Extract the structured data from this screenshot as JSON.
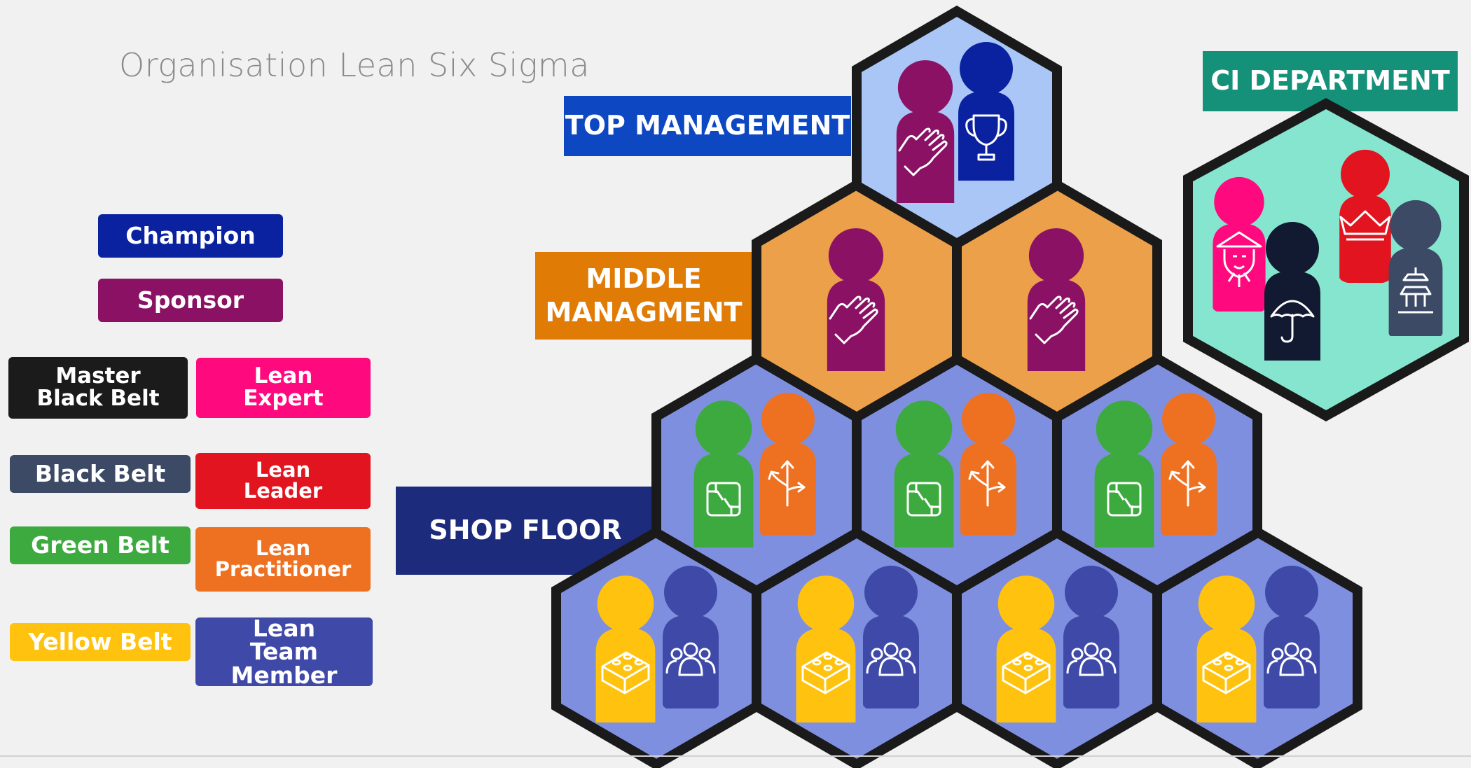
{
  "page": {
    "title": "Organisation Lean Six Sigma"
  },
  "legend": {
    "champion": {
      "label": "Champion",
      "color": "#0a22a0"
    },
    "sponsor": {
      "label": "Sponsor",
      "color": "#8a1164"
    },
    "master_black_belt": {
      "label": "Master Black Belt",
      "color": "#1b1b1b"
    },
    "lean_expert": {
      "label": "Lean Expert",
      "color": "#ff0a7e"
    },
    "black_belt": {
      "label": "Black Belt",
      "color": "#3d4a66"
    },
    "lean_leader": {
      "label": "Lean Leader",
      "color": "#e1141f"
    },
    "green_belt": {
      "label": "Green Belt",
      "color": "#3daa3f"
    },
    "lean_practitioner": {
      "label": "Lean Practitioner",
      "color": "#ee7122"
    },
    "yellow_belt": {
      "label": "Yellow Belt",
      "color": "#ffc20e"
    },
    "lean_team_member": {
      "label": "Lean Team Member",
      "color": "#3f4aa8"
    }
  },
  "levels": {
    "top": {
      "label": "TOP MANAGEMENT",
      "color": "#0d47c2"
    },
    "middle": {
      "label": "MIDDLE MANAGMENT",
      "color": "#e07b06"
    },
    "shop": {
      "label": "SHOP FLOOR",
      "color": "#1d2b7d"
    },
    "ci": {
      "label": "CI DEPARTMENT",
      "color": "#15917a"
    }
  },
  "icons": {
    "sponsor": "hand-icon",
    "champion": "trophy-icon",
    "green_belt": "teamwork-hands-icon",
    "lean_practitioner": "direction-arrows-icon",
    "yellow_belt": "lego-brick-icon",
    "lean_team_member": "group-icon",
    "master_black_belt": "sage-face-icon",
    "black_belt": "umbrella-icon",
    "lean_leader": "crown-icon",
    "ci_black": "pagoda-icon"
  }
}
